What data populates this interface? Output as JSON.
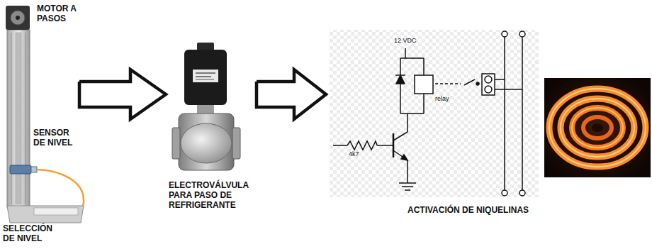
{
  "diagram": {
    "nodes": [
      {
        "text": [
          "MOTOR A PASOS",
          "SENSOR DE NIVEL",
          "SELECCIÓN DE NIVEL"
        ]
      },
      {
        "text": [
          "ELECTROVÁLVULA PARA PASO DE REFRIGERANTE"
        ]
      },
      {
        "text": [
          "ACTIVACIÓN DE NIQUELINAS"
        ]
      }
    ],
    "edges": [
      {
        "from": 0,
        "to": 1,
        "arrow": "to"
      },
      {
        "from": 1,
        "to": 2,
        "arrow": "to"
      }
    ],
    "labels": [
      "12 VDC",
      "relay",
      "4k7"
    ]
  }
}
